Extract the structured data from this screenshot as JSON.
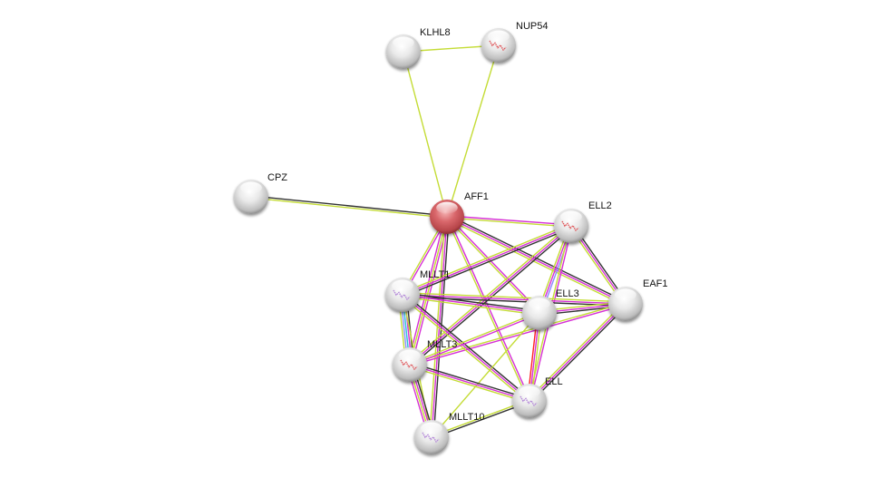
{
  "title": "Protein interaction network",
  "colors": {
    "background": "#ffffff",
    "query_node": "#d9676b",
    "neighbor_node": "#d8d8d8",
    "edge_textmining": "#c4dc35",
    "edge_coexpression": "#333333",
    "edge_experiments": "#d62fd6",
    "edge_databases": "#2ec0d6",
    "edge_homology": "#8a8afc",
    "edge_fusion": "#ff2020"
  },
  "nodes": [
    {
      "id": "KLHL8",
      "label": "KLHL8",
      "query": false,
      "structure": null
    },
    {
      "id": "NUP54",
      "label": "NUP54",
      "query": false,
      "structure": "red"
    },
    {
      "id": "CPZ",
      "label": "CPZ",
      "query": false,
      "structure": null
    },
    {
      "id": "AFF1",
      "label": "AFF1",
      "query": true,
      "structure": null
    },
    {
      "id": "ELL2",
      "label": "ELL2",
      "query": false,
      "structure": "red"
    },
    {
      "id": "EAF1",
      "label": "EAF1",
      "query": false,
      "structure": null
    },
    {
      "id": "MLLT1",
      "label": "MLLT1",
      "query": false,
      "structure": "purple"
    },
    {
      "id": "ELL3",
      "label": "ELL3",
      "query": false,
      "structure": null
    },
    {
      "id": "MLLT3",
      "label": "MLLT3",
      "query": false,
      "structure": "red"
    },
    {
      "id": "ELL",
      "label": "ELL",
      "query": false,
      "structure": "purple"
    },
    {
      "id": "MLLT10",
      "label": "MLLT10",
      "query": false,
      "structure": "purple"
    }
  ],
  "edges": [
    {
      "source": "KLHL8",
      "target": "NUP54",
      "types": [
        "textmining"
      ]
    },
    {
      "source": "KLHL8",
      "target": "AFF1",
      "types": [
        "textmining"
      ]
    },
    {
      "source": "NUP54",
      "target": "AFF1",
      "types": [
        "textmining"
      ]
    },
    {
      "source": "CPZ",
      "target": "AFF1",
      "types": [
        "coexpression",
        "textmining"
      ]
    },
    {
      "source": "AFF1",
      "target": "ELL2",
      "types": [
        "experiments",
        "textmining"
      ]
    },
    {
      "source": "AFF1",
      "target": "EAF1",
      "types": [
        "coexpression",
        "experiments",
        "textmining"
      ]
    },
    {
      "source": "AFF1",
      "target": "MLLT1",
      "types": [
        "experiments",
        "textmining"
      ]
    },
    {
      "source": "AFF1",
      "target": "ELL3",
      "types": [
        "experiments",
        "textmining"
      ]
    },
    {
      "source": "AFF1",
      "target": "MLLT3",
      "types": [
        "experiments",
        "textmining",
        "experiments"
      ]
    },
    {
      "source": "AFF1",
      "target": "ELL",
      "types": [
        "experiments",
        "textmining"
      ]
    },
    {
      "source": "AFF1",
      "target": "MLLT10",
      "types": [
        "coexpression",
        "experiments",
        "textmining"
      ]
    },
    {
      "source": "ELL2",
      "target": "EAF1",
      "types": [
        "coexpression",
        "experiments",
        "textmining"
      ]
    },
    {
      "source": "ELL2",
      "target": "MLLT1",
      "types": [
        "coexpression",
        "experiments",
        "textmining"
      ]
    },
    {
      "source": "ELL2",
      "target": "ELL3",
      "types": [
        "homology",
        "experiments",
        "textmining"
      ]
    },
    {
      "source": "ELL2",
      "target": "MLLT3",
      "types": [
        "coexpression",
        "experiments",
        "textmining"
      ]
    },
    {
      "source": "ELL2",
      "target": "ELL",
      "types": [
        "experiments",
        "textmining"
      ]
    },
    {
      "source": "EAF1",
      "target": "MLLT1",
      "types": [
        "coexpression",
        "experiments",
        "textmining"
      ]
    },
    {
      "source": "EAF1",
      "target": "ELL3",
      "types": [
        "coexpression",
        "experiments",
        "textmining"
      ]
    },
    {
      "source": "EAF1",
      "target": "MLLT3",
      "types": [
        "experiments",
        "textmining"
      ]
    },
    {
      "source": "EAF1",
      "target": "ELL",
      "types": [
        "coexpression",
        "experiments",
        "textmining"
      ]
    },
    {
      "source": "MLLT1",
      "target": "ELL3",
      "types": [
        "coexpression",
        "experiments",
        "textmining"
      ]
    },
    {
      "source": "MLLT1",
      "target": "MLLT3",
      "types": [
        "coexpression",
        "experiments",
        "databases",
        "homology",
        "textmining"
      ]
    },
    {
      "source": "MLLT1",
      "target": "ELL",
      "types": [
        "coexpression",
        "experiments",
        "textmining"
      ]
    },
    {
      "source": "MLLT1",
      "target": "MLLT10",
      "types": [
        "textmining"
      ]
    },
    {
      "source": "ELL3",
      "target": "MLLT3",
      "types": [
        "experiments",
        "textmining"
      ]
    },
    {
      "source": "ELL3",
      "target": "ELL",
      "types": [
        "textmining",
        "experiments",
        "fusion"
      ]
    },
    {
      "source": "ELL3",
      "target": "MLLT10",
      "types": [
        "textmining"
      ]
    },
    {
      "source": "MLLT3",
      "target": "ELL",
      "types": [
        "coexpression",
        "experiments",
        "textmining"
      ]
    },
    {
      "source": "MLLT3",
      "target": "MLLT10",
      "types": [
        "coexpression",
        "experiments",
        "textmining",
        "experiments"
      ]
    },
    {
      "source": "ELL",
      "target": "MLLT10",
      "types": [
        "coexpression",
        "textmining"
      ]
    }
  ]
}
